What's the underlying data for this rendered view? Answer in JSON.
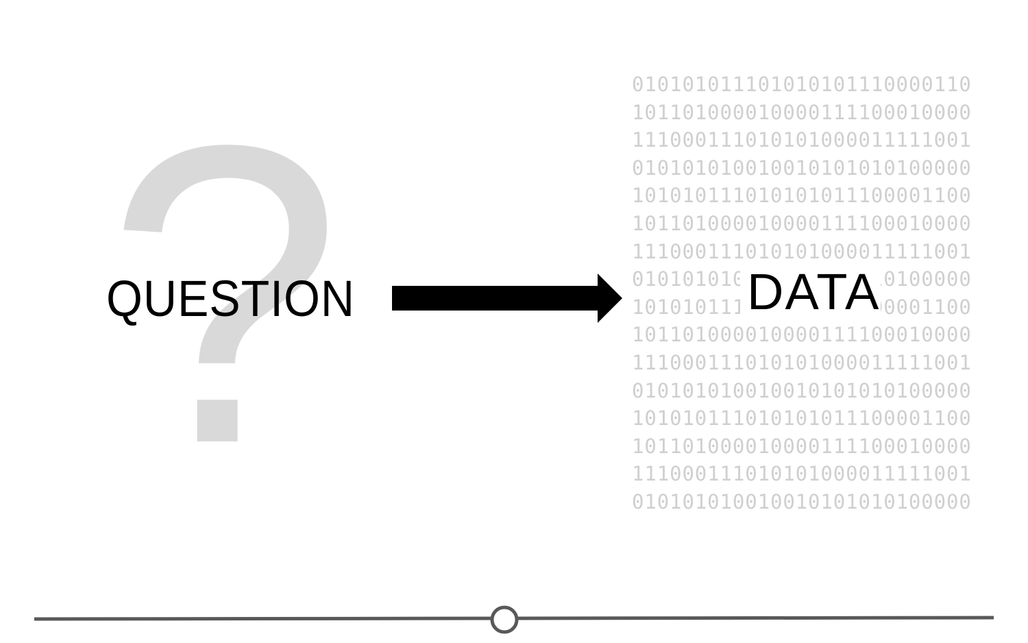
{
  "diagram": {
    "question_label": "QUESTION",
    "data_label": "DATA",
    "question_mark_glyph": "?",
    "binary_rows": [
      "010101011101010101110000110",
      "101101000010000111100010000",
      "111000111010101000011111001",
      "010101010010010101010100000",
      "101010111010101011100001100",
      "101101000010000111100010000",
      "111000111010101000011111001",
      "010101010010010101010100000",
      "101010111010101011100001100",
      "101101000010000111100010000",
      "111000111010101000011111001",
      "010101010010010101010100000",
      "101010111010101011100001100",
      "101101000010000111100010000",
      "111000111010101000011111001",
      "010101010010010101010100000"
    ],
    "colors": {
      "question_mark": "#d9d9d9",
      "binary_text": "#cfcfcf",
      "label_text": "#000000",
      "arrow": "#000000",
      "slider_track": "#595959"
    }
  },
  "scrubber": {
    "position": 0.49
  }
}
